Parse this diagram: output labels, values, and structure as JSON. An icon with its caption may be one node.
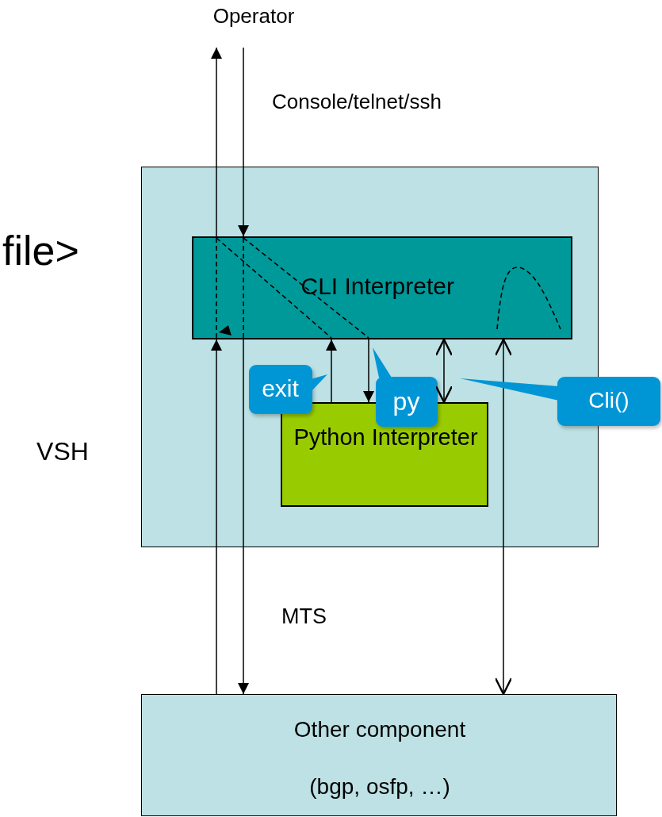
{
  "diagram": {
    "nodes": [
      {
        "text": [
          "Operator"
        ]
      },
      {
        "text": [
          "VSH"
        ]
      },
      {
        "text": [
          "CLI Interpreter"
        ],
        "in": 1
      },
      {
        "text": [
          "Python Interpreter"
        ],
        "in": 1
      },
      {
        "text": [
          "exit"
        ],
        "in": 1
      },
      {
        "text": [
          "py"
        ],
        "in": 1
      },
      {
        "text": [
          "Cli()"
        ]
      },
      {
        "text": [
          "Other component",
          "(bgp, osfp, …)"
        ]
      }
    ],
    "edges": [
      {
        "from": 7,
        "to": 2,
        "arrow": "to"
      },
      {
        "from": 2,
        "to": 0,
        "arrow": "to"
      },
      {
        "from": 0,
        "to": 2,
        "arrow": "to"
      },
      {
        "from": 2,
        "to": 7,
        "arrow": "to"
      },
      {
        "from": 3,
        "to": 2,
        "arrow": "to"
      },
      {
        "from": 2,
        "to": 3,
        "arrow": "to"
      },
      {
        "from": 2,
        "to": 3,
        "arrow": "both"
      },
      {
        "from": 2,
        "to": 7,
        "arrow": "both"
      },
      {
        "from": 4,
        "to": null,
        "arrow": "to"
      },
      {
        "from": 5,
        "to": null,
        "arrow": "to"
      },
      {
        "from": 6,
        "to": null,
        "arrow": "to"
      }
    ],
    "labels": [
      "Console/telnet/ssh",
      "file>",
      "MTS"
    ]
  }
}
